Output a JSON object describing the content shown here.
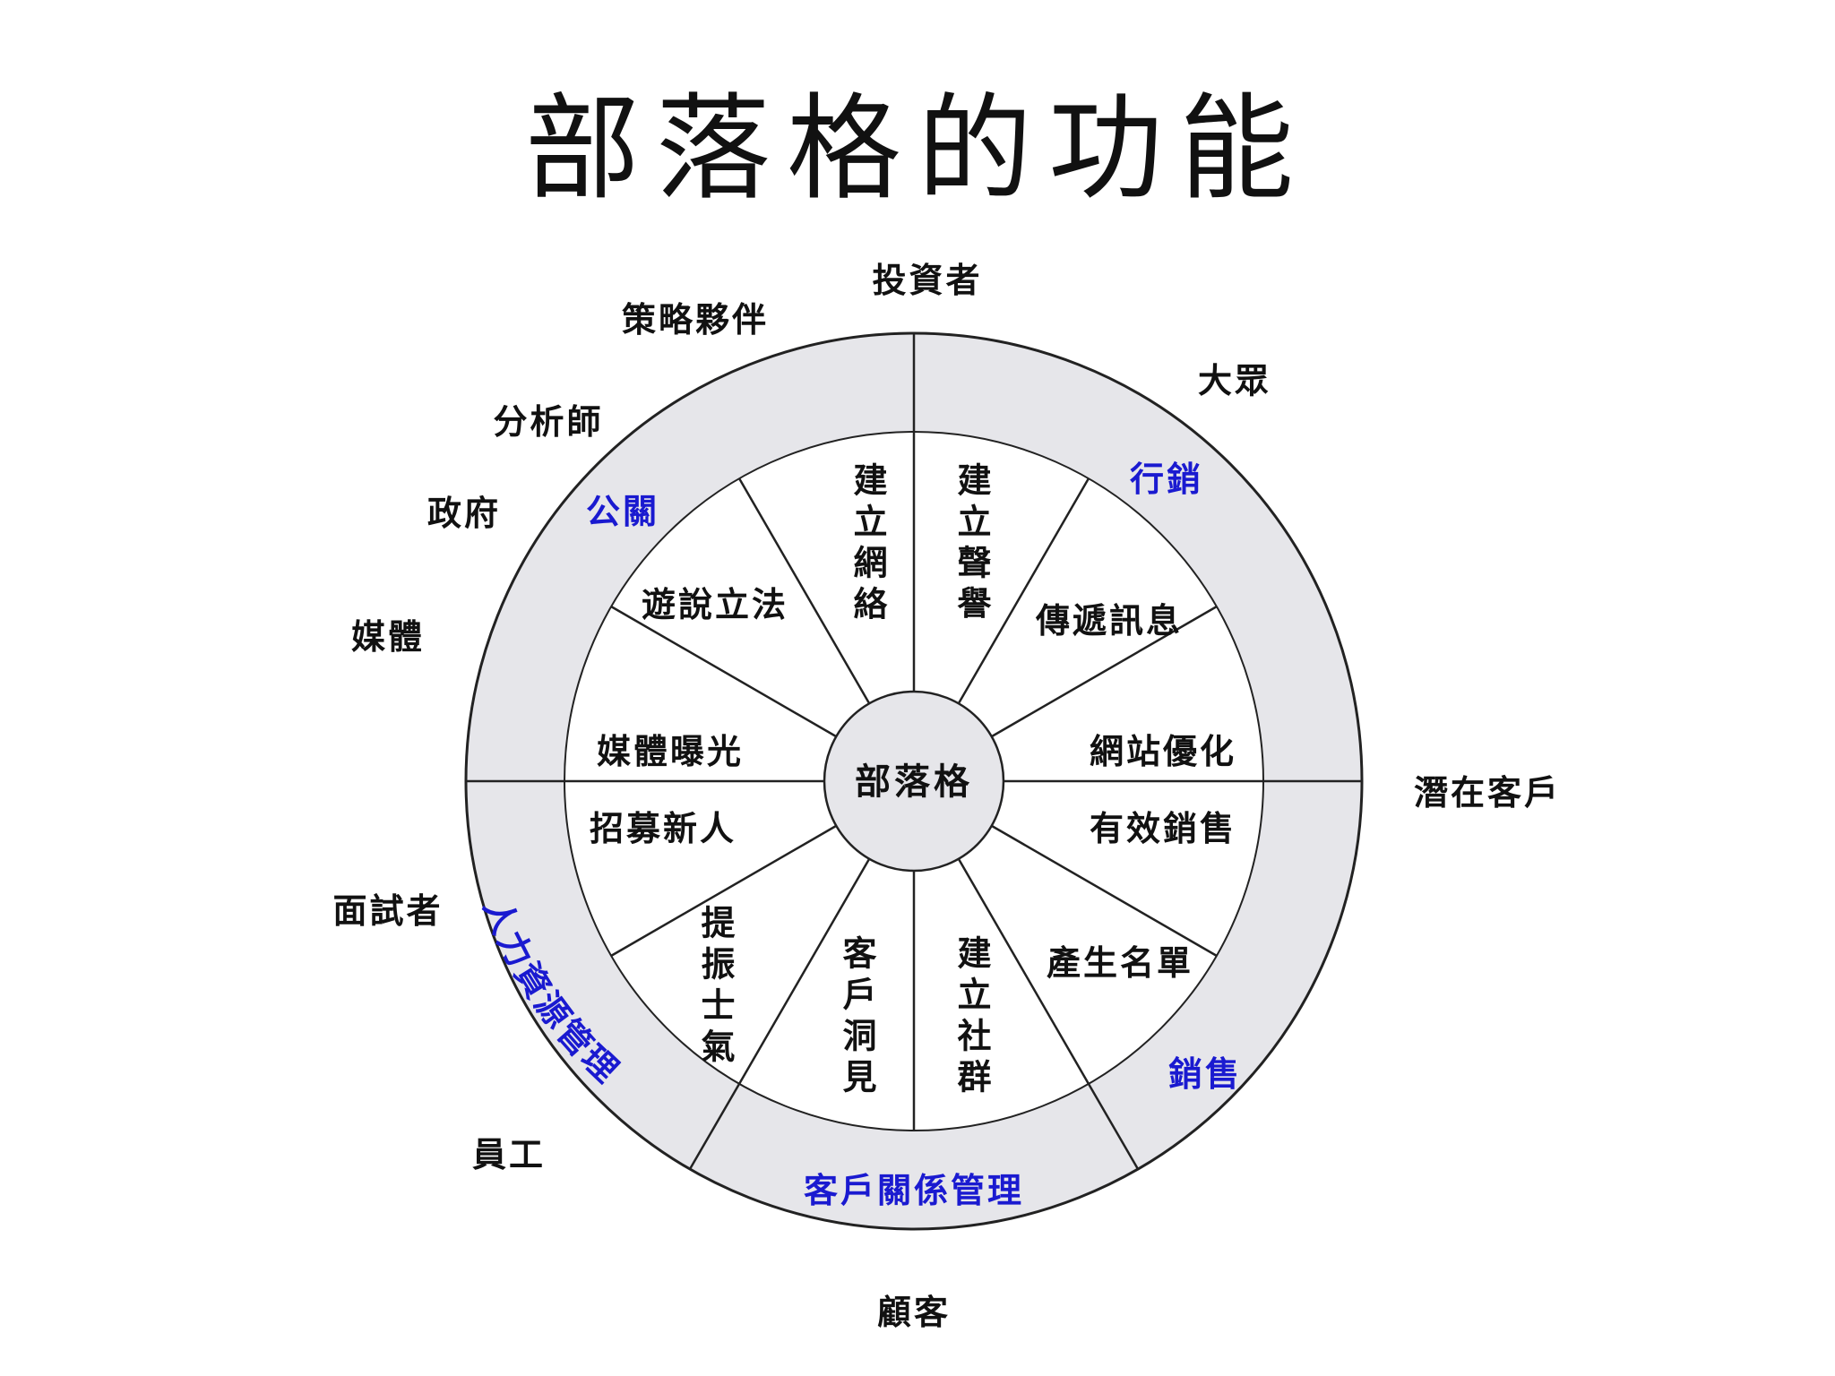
{
  "title": "部落格的功能",
  "center": "部落格",
  "stakeholders": {
    "investors": "投資者",
    "public": "大眾",
    "strategic_partners": "策略夥伴",
    "analysts": "分析師",
    "government": "政府",
    "media": "媒體",
    "prospects": "潛在客戶",
    "interviewees": "面試者",
    "employees": "員工",
    "customers": "顧客"
  },
  "ring_domains": {
    "marketing": "行銷",
    "pr": "公關",
    "sales": "銷售",
    "hr": "人力資源管理",
    "crm": "客戶關係管理"
  },
  "segments": {
    "build_network": "建立網絡",
    "build_reputation": "建立聲譽",
    "convey_message": "傳遞訊息",
    "site_optimization": "網站優化",
    "effective_sales": "有效銷售",
    "lead_generation": "產生名單",
    "build_community": "建立社群",
    "customer_insight": "客戶洞見",
    "morale_boost": "提振士氣",
    "recruit": "招募新人",
    "media_exposure": "媒體曝光",
    "lobbying": "遊說立法"
  },
  "colors": {
    "ring_fill": "#e6e6ea",
    "line": "#222222",
    "domain_text": "#1a1ad0",
    "text": "#111111"
  }
}
